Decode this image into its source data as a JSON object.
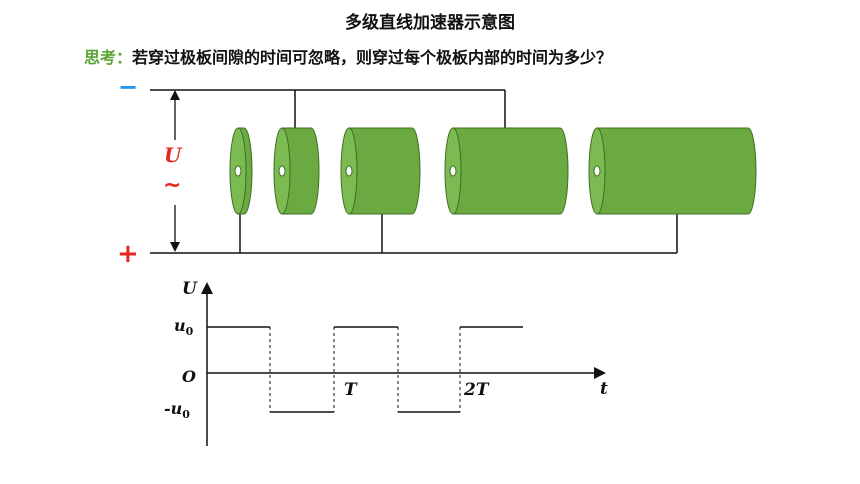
{
  "title": "多级直线加速器示意图",
  "question": {
    "label": "思考：",
    "text": "若穿过极板间隙的时间可忽略，则穿过每个极板内部的时间为多少？"
  },
  "diagram": {
    "minus_sign": "−",
    "plus_sign": "+",
    "voltage_label": "U",
    "ac_symbol": "~",
    "colors": {
      "tube": "#6aaa40",
      "tube_dark": "#4f8a2e",
      "sign": "#e8251f",
      "minus": "#2196f3",
      "label_green": "#5aa332"
    }
  },
  "waveform": {
    "y_axis_label": "U",
    "x_axis_label": "t",
    "origin_label": "O",
    "u0_label": "u",
    "u0_sub": "0",
    "neg_u0_prefix": "-u",
    "neg_u0_sub": "0",
    "tick_T": "T",
    "tick_2T": "2T"
  }
}
